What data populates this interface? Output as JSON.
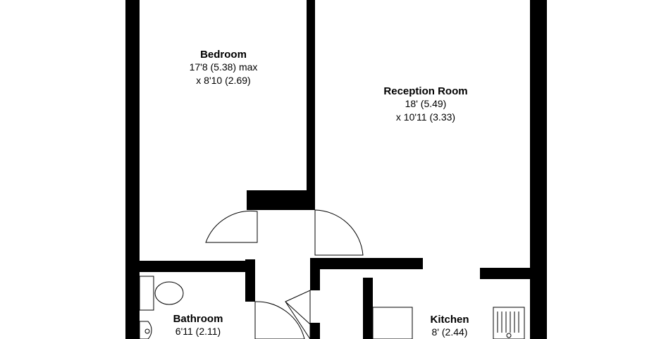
{
  "rooms": {
    "bedroom": {
      "name": "Bedroom",
      "dims": [
        "17'8 (5.38) max",
        "x 8'10 (2.69)"
      ]
    },
    "reception": {
      "name": "Reception Room",
      "dims": [
        "18' (5.49)",
        "x 10'11 (3.33)"
      ]
    },
    "bathroom": {
      "name": "Bathroom",
      "dims": [
        "6'11 (2.11)"
      ]
    },
    "kitchen": {
      "name": "Kitchen",
      "dims": [
        "8' (2.44)"
      ]
    }
  },
  "colors": {
    "wall": "#000000",
    "background": "#ffffff"
  },
  "icons": [
    "toilet-icon",
    "basin-icon",
    "sink-icon",
    "hob-icon",
    "door-swing-icon"
  ]
}
